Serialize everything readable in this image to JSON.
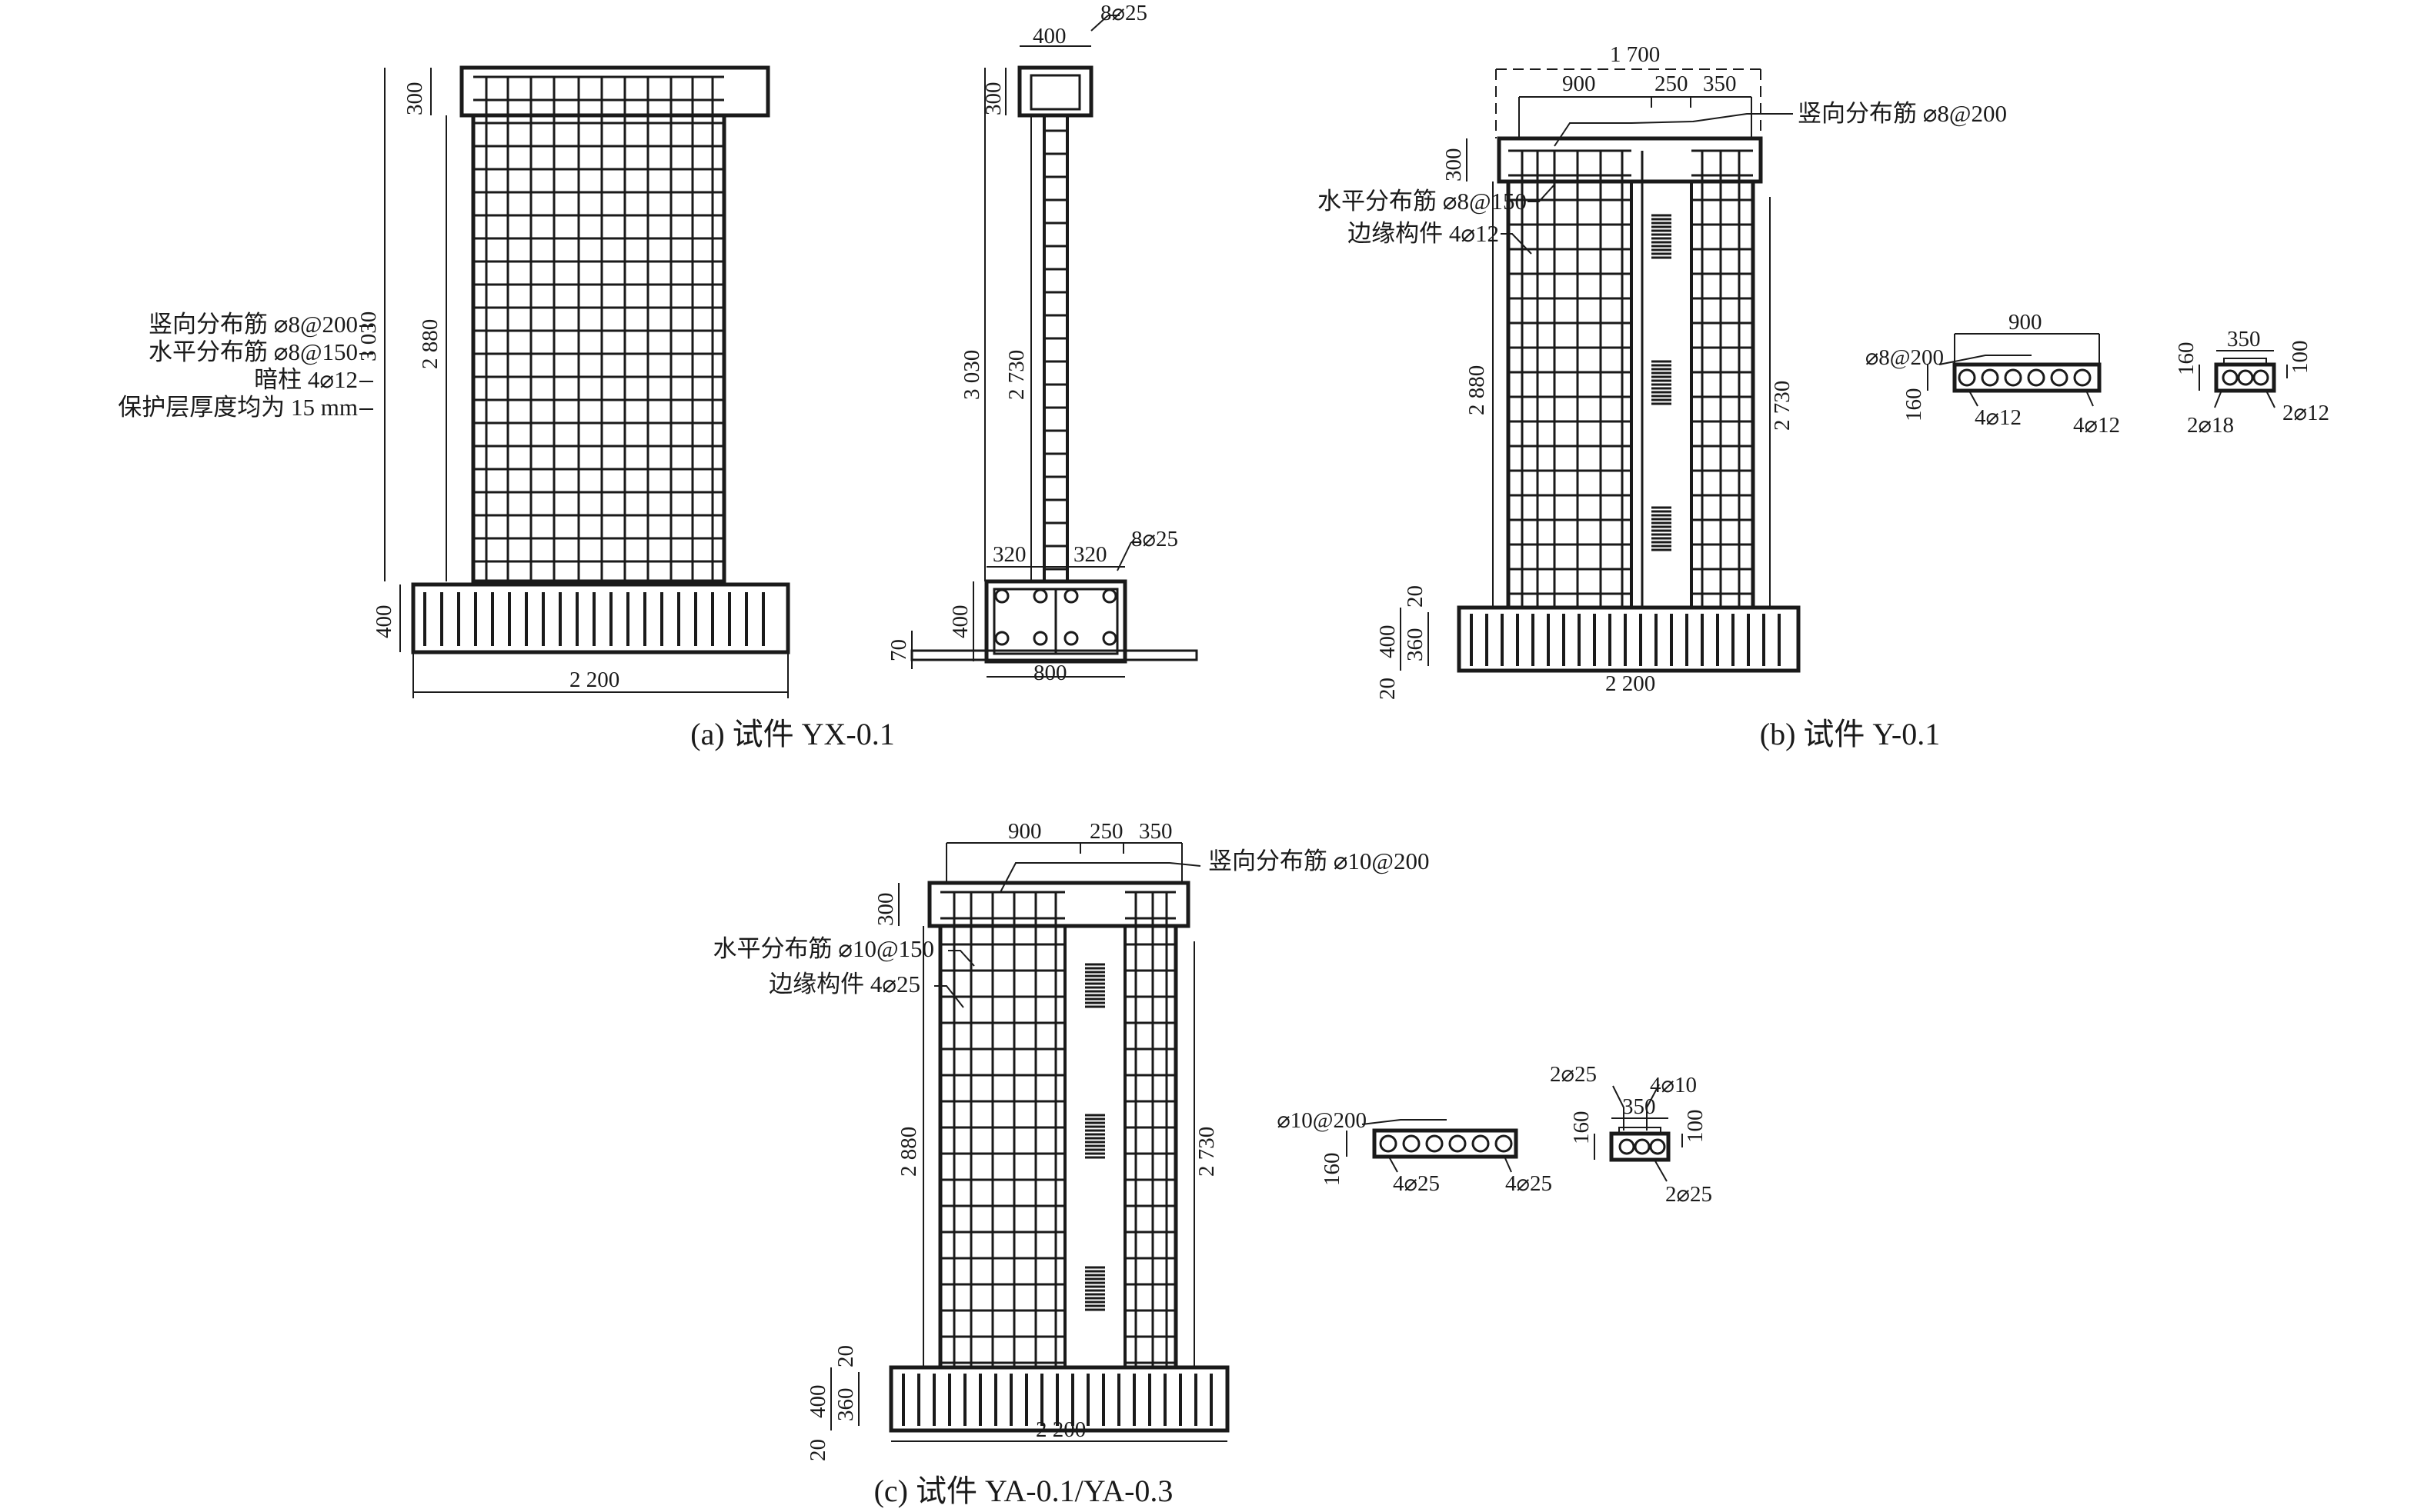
{
  "colors": {
    "ink": "#1a1a1a",
    "background": "#ffffff"
  },
  "fig_a": {
    "caption": "(a) 试件 YX-0.1",
    "front": {
      "dim_cap_height": "300",
      "dim_total_height": "3 030",
      "dim_wall_height": "2 880",
      "dim_base_height": "400",
      "dim_base_width": "2 200",
      "notes": [
        "竖向分布筋 ⌀8@200",
        "水平分布筋 ⌀8@150",
        "暗柱 4⌀12",
        "保护层厚度均为 15 mm"
      ]
    },
    "side": {
      "dim_cap_width": "400",
      "top_rebar": "8⌀25",
      "dim_cap_height": "300",
      "dim_total_height": "3 030",
      "dim_wall_height": "2 730",
      "dim_base_left": "320",
      "dim_base_right": "320",
      "base_rebar": "8⌀25",
      "dim_base_height": "400",
      "dim_slab": "70",
      "dim_base_width": "800"
    }
  },
  "fig_b": {
    "caption": "(b) 试件 Y-0.1",
    "front": {
      "dim_overall": "1 700",
      "dim_seg_1": "900",
      "dim_seg_2": "250",
      "dim_seg_3": "350",
      "label_vertical": "竖向分布筋 ⌀8@200",
      "label_horizontal": "水平分布筋 ⌀8@150",
      "label_boundary": "边缘构件 4⌀12",
      "dim_cap_height": "300",
      "dim_wall_height": "2 880",
      "dim_inner_height": "2 730",
      "dim_base_top": "20",
      "dim_base_height": "400",
      "dim_base_mid": "360",
      "dim_base_bottom": "20",
      "dim_base_width": "2 200"
    },
    "section_1": {
      "dim_length": "900",
      "stirrup": "⌀8@200",
      "dim_thickness": "160",
      "bars_left": "4⌀12",
      "bars_right": "4⌀12"
    },
    "section_2": {
      "dim_length": "350",
      "dim_thickness": "160",
      "dim_end": "100",
      "bars_bottom_left": "2⌀18",
      "bars_bottom_right": "2⌀12"
    }
  },
  "fig_c": {
    "caption": "(c) 试件 YA-0.1/YA-0.3",
    "front": {
      "dim_seg_1": "900",
      "dim_seg_2": "250",
      "dim_seg_3": "350",
      "label_vertical": "竖向分布筋 ⌀10@200",
      "label_horizontal": "水平分布筋 ⌀10@150",
      "label_boundary": "边缘构件 4⌀25",
      "dim_cap_height": "300",
      "dim_wall_height": "2 880",
      "dim_inner_height": "2 730",
      "dim_base_top": "20",
      "dim_base_height": "400",
      "dim_base_mid": "360",
      "dim_base_bottom": "20",
      "dim_base_width": "2 200"
    },
    "section_1": {
      "stirrup": "⌀10@200",
      "dim_thickness": "160",
      "bars_left": "4⌀25",
      "bars_right": "4⌀25"
    },
    "section_2": {
      "bars_top_left": "2⌀25",
      "bars_top_right": "4⌀10",
      "dim_length": "350",
      "dim_thickness": "160",
      "dim_end": "100",
      "bars_bottom": "2⌀25"
    }
  }
}
